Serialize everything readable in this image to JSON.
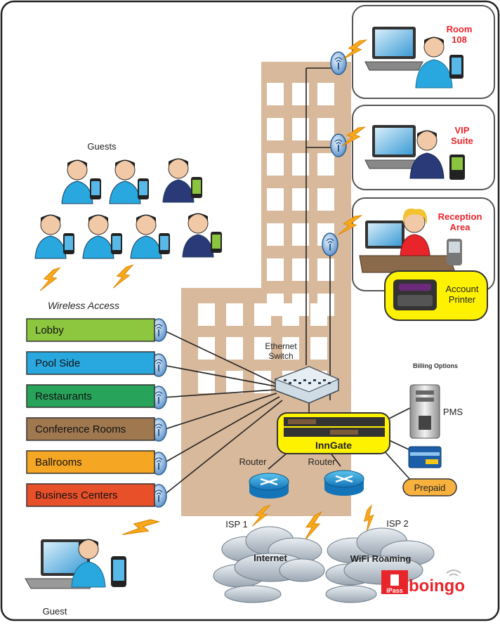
{
  "rooms": {
    "room108": "Room\n108",
    "vip": "VIP\nSuite",
    "reception": "Reception\nArea"
  },
  "guests_label": "Guests",
  "wireless_access_label": "Wireless Access",
  "zones": [
    {
      "label": "Lobby",
      "color": "#8dc63f"
    },
    {
      "label": "Pool Side",
      "color": "#29a8e0"
    },
    {
      "label": "Restaurants",
      "color": "#27a35a"
    },
    {
      "label": "Conference Rooms",
      "color": "#a07850"
    },
    {
      "label": "Ballrooms",
      "color": "#f5a623"
    },
    {
      "label": "Business Centers",
      "color": "#e8502a"
    }
  ],
  "switch_label": "Ethernet\nSwitch",
  "account_printer": "Account\nPrinter",
  "billing_options": "Billing Options",
  "pms": "PMS",
  "inngate": "InnGate",
  "prepaid": "Prepaid",
  "router1": "Router",
  "router2": "Router",
  "isp1": "ISP 1",
  "isp2": "ISP 2",
  "internet": "Internet",
  "wifi_roaming": "WiFi Roaming",
  "ipass": "iPass",
  "boingo": "boingo",
  "guest": "Guest",
  "colors": {
    "building": "#d9b99b",
    "window": "#ffffff",
    "highlight": "#fff200",
    "red_text": "#e8252b",
    "prepaid": "#f8b13d"
  }
}
